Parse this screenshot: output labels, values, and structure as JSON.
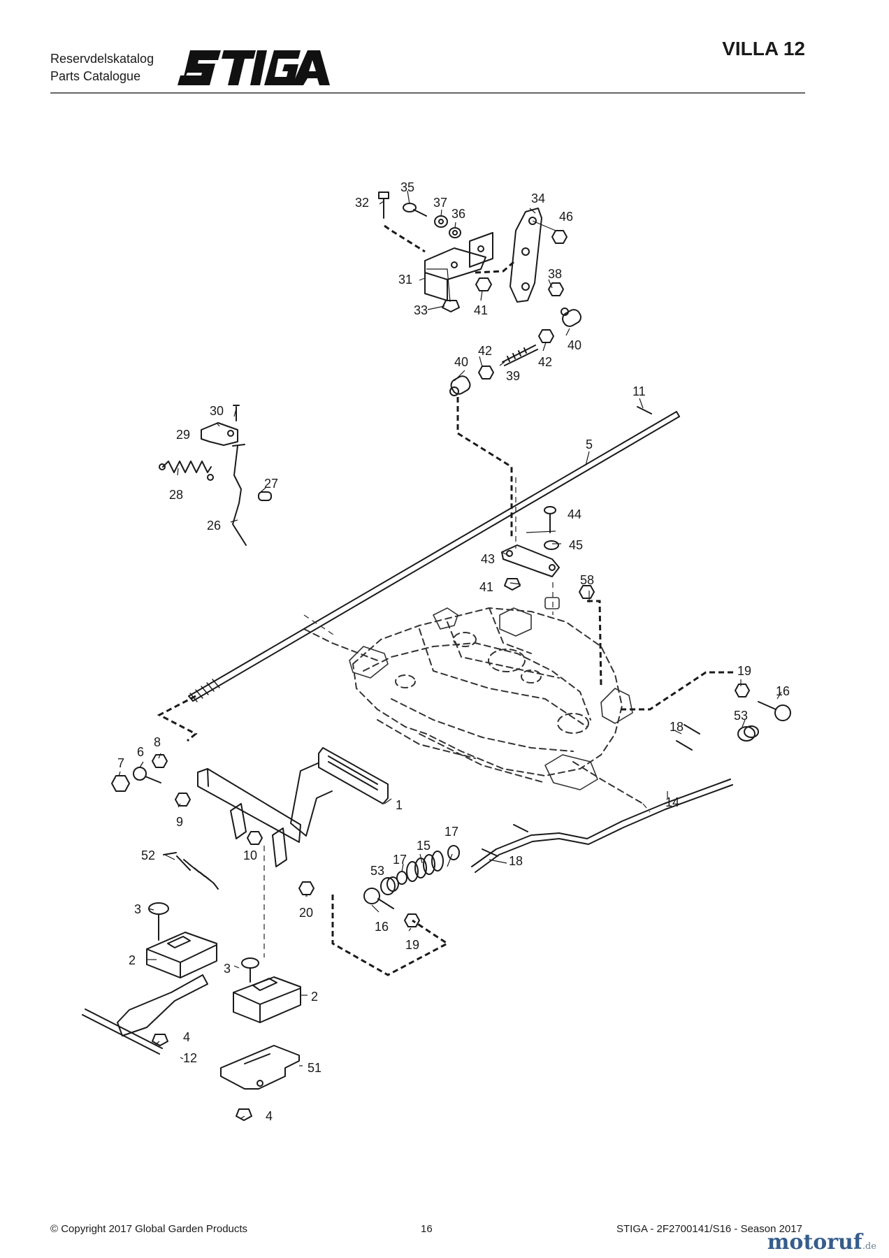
{
  "header": {
    "catalog_se": "Reservdelskatalog",
    "catalog_en": "Parts Catalogue",
    "brand": "STIGA",
    "model": "VILLA 12"
  },
  "footer": {
    "copyright": "© Copyright 2017 Global Garden Products",
    "page": "16",
    "catalog_ref": "STIGA - 2F2700141/S16 - Season 2017"
  },
  "watermark": {
    "name": "motoruf",
    "tld": ".de"
  },
  "callouts": {
    "c1": "1",
    "c2a": "2",
    "c2b": "2",
    "c3a": "3",
    "c3b": "3",
    "c4a": "4",
    "c4b": "4",
    "c5": "5",
    "c6": "6",
    "c7": "7",
    "c8": "8",
    "c9": "9",
    "c10": "10",
    "c11": "11",
    "c12": "12",
    "c14": "14",
    "c15": "15",
    "c16a": "16",
    "c16b": "16",
    "c17a": "17",
    "c17b": "17",
    "c18a": "18",
    "c18b": "18",
    "c19a": "19",
    "c19b": "19",
    "c20": "20",
    "c26": "26",
    "c27": "27",
    "c28": "28",
    "c29": "29",
    "c30": "30",
    "c31": "31",
    "c32": "32",
    "c33": "33",
    "c34": "34",
    "c35": "35",
    "c36": "36",
    "c37": "37",
    "c38": "38",
    "c39": "39",
    "c40a": "40",
    "c40b": "40",
    "c41a": "41",
    "c41b": "41",
    "c42a": "42",
    "c42b": "42",
    "c43": "43",
    "c44": "44",
    "c45": "45",
    "c46": "46",
    "c51": "51",
    "c52": "52",
    "c53a": "53",
    "c53b": "53",
    "c58": "58"
  }
}
